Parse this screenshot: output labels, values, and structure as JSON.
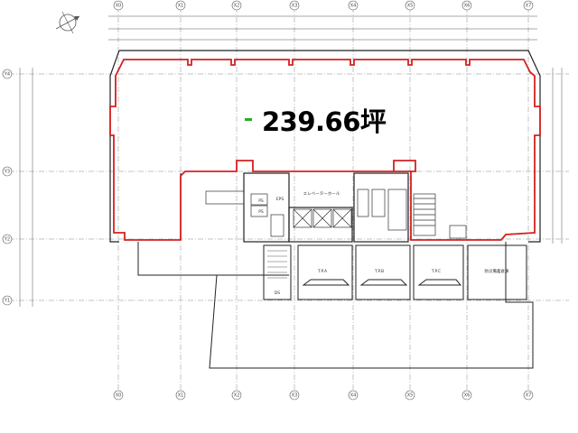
{
  "area_label": "239.66坪",
  "room_labels": {
    "eps": "EPS",
    "ps_a": "PS",
    "ps_b": "PS",
    "elevator_hall": "エレベーターホール",
    "shaft_a": "T.P.A",
    "shaft_b": "T.P.B",
    "shaft_c": "T.P.C",
    "storage": "防災備蓄倉庫",
    "ds": "DS"
  },
  "grid_top": [
    "X0",
    "X1",
    "X2",
    "X3",
    "X4",
    "X5",
    "X6",
    "X7"
  ],
  "grid_left": [
    "Y4",
    "Y3",
    "Y2",
    "Y1"
  ],
  "colors": {
    "lease_outline": "#d42020",
    "wall": "#222222",
    "grid_line": "#666666",
    "accent_green": "#22b022"
  }
}
